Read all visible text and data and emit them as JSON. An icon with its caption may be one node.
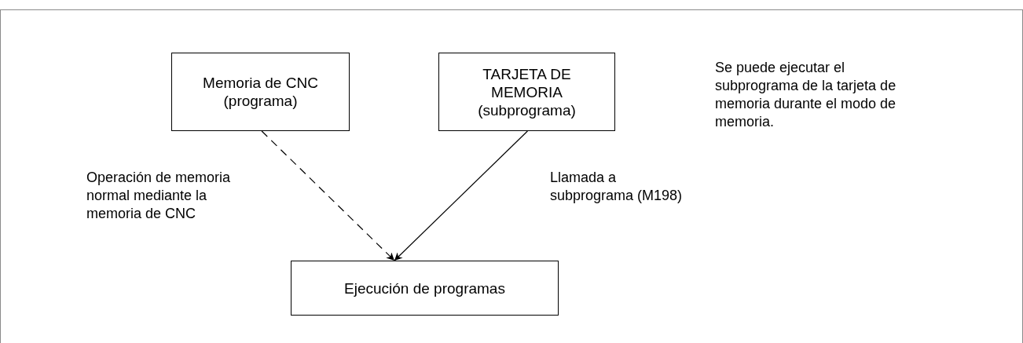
{
  "diagram": {
    "nodes": [
      {
        "text": [
          "Memoria de CNC (programa)"
        ]
      },
      {
        "text": [
          "TARJETA DE MEMORIA (subprograma)"
        ]
      },
      {
        "text": [
          "Ejecución de programas"
        ]
      }
    ],
    "edges": [
      {
        "from": 0,
        "to": 2,
        "arrow": "to",
        "style": "dashed",
        "label": "Operación de memoria normal mediante la memoria de CNC"
      },
      {
        "from": 1,
        "to": 2,
        "arrow": "to",
        "label": "Llamada a subprograma (M198)"
      }
    ],
    "labels": [
      "Se puede ejecutar el subprograma de la tarjeta de memoria durante el modo de memoria."
    ]
  }
}
